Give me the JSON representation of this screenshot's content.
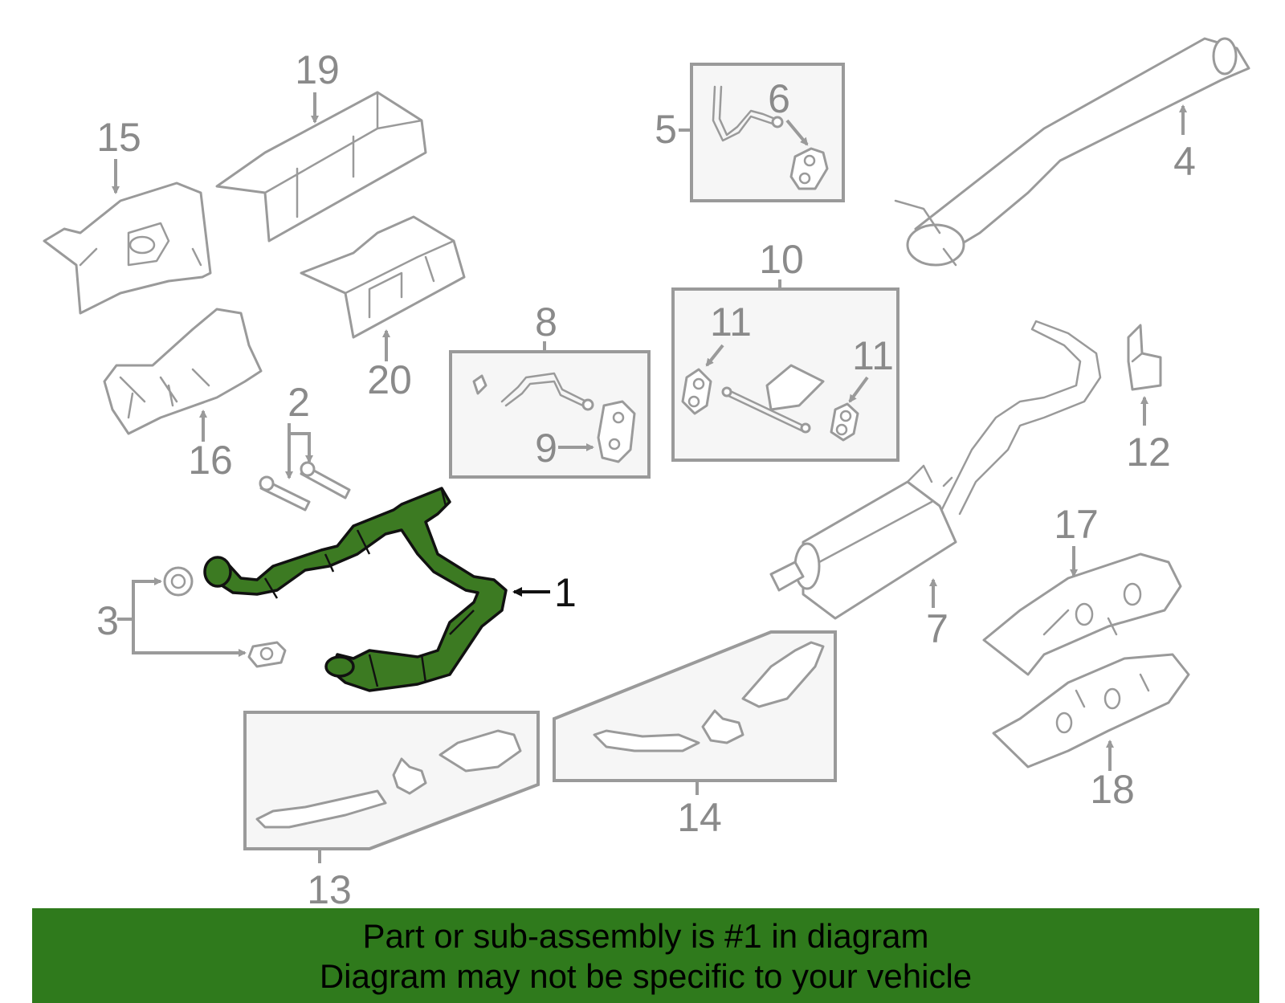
{
  "callouts": {
    "c1": "1",
    "c2": "2",
    "c3": "3",
    "c4": "4",
    "c5": "5",
    "c6": "6",
    "c7": "7",
    "c8": "8",
    "c9": "9",
    "c10": "10",
    "c11a": "11",
    "c11b": "11",
    "c12": "12",
    "c13": "13",
    "c14": "14",
    "c15": "15",
    "c16": "16",
    "c17": "17",
    "c18": "18",
    "c19": "19",
    "c20": "20"
  },
  "highlight_color": "#3c7a22",
  "banner": {
    "line1": "Part or sub-assembly is #1 in diagram",
    "line2": "Diagram may not be specific to your vehicle",
    "color": "#2f7a1c"
  }
}
